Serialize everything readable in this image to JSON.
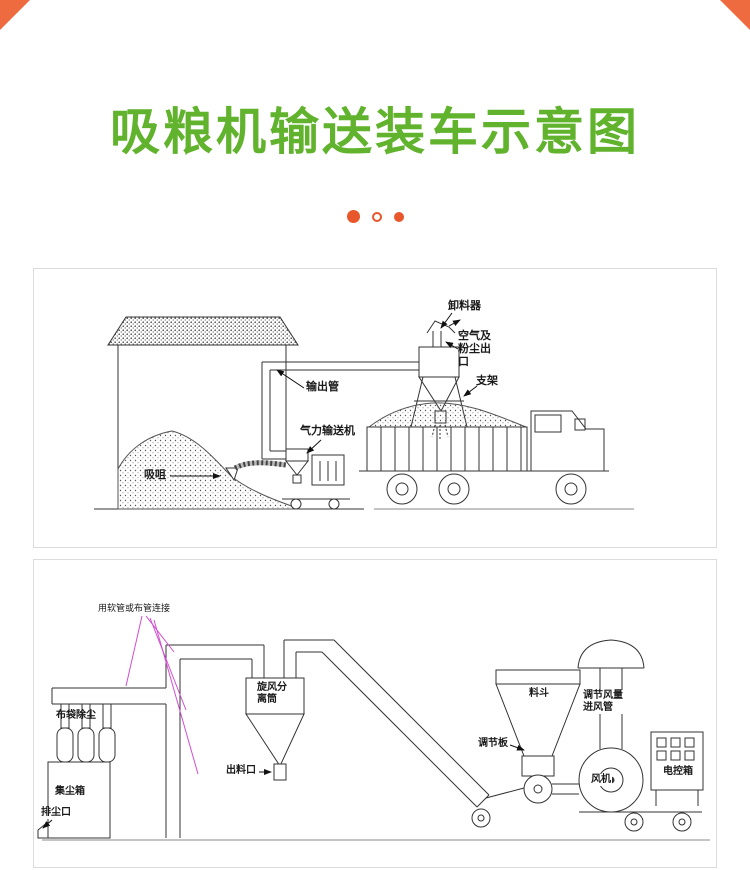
{
  "page": {
    "title": "吸粮机输送装车示意图",
    "colors": {
      "title_green": "#61b32d",
      "accent_orange": "#e8562b",
      "corner_orange": "#ee6b40",
      "annotation_magenta": "#d24ed2",
      "line_art": "#333333"
    },
    "carousel": {
      "dot_count": 3,
      "active_dot": 1
    }
  },
  "diagram1": {
    "labels": {
      "discharger": "卸料器",
      "air_dust_outlet": "空气及粉尘出口",
      "support": "支架",
      "output_pipe": "输出管",
      "pneumatic_conveyor": "气力输送机",
      "suction_nozzle": "吸咀"
    }
  },
  "diagram2": {
    "labels": {
      "hose_note": "用软管或布管连接",
      "bag_dust_filter": "布袋除尘",
      "cyclone_separator": "旋风分离筒",
      "discharge_outlet": "出料口",
      "hopper": "料斗",
      "air_adjust_duct": "调节风量进风管",
      "adjust_plate": "调节板",
      "control_box": "电控箱",
      "fan": "风机",
      "dust_bin": "集尘箱",
      "dust_outlet": "排尘口"
    }
  }
}
